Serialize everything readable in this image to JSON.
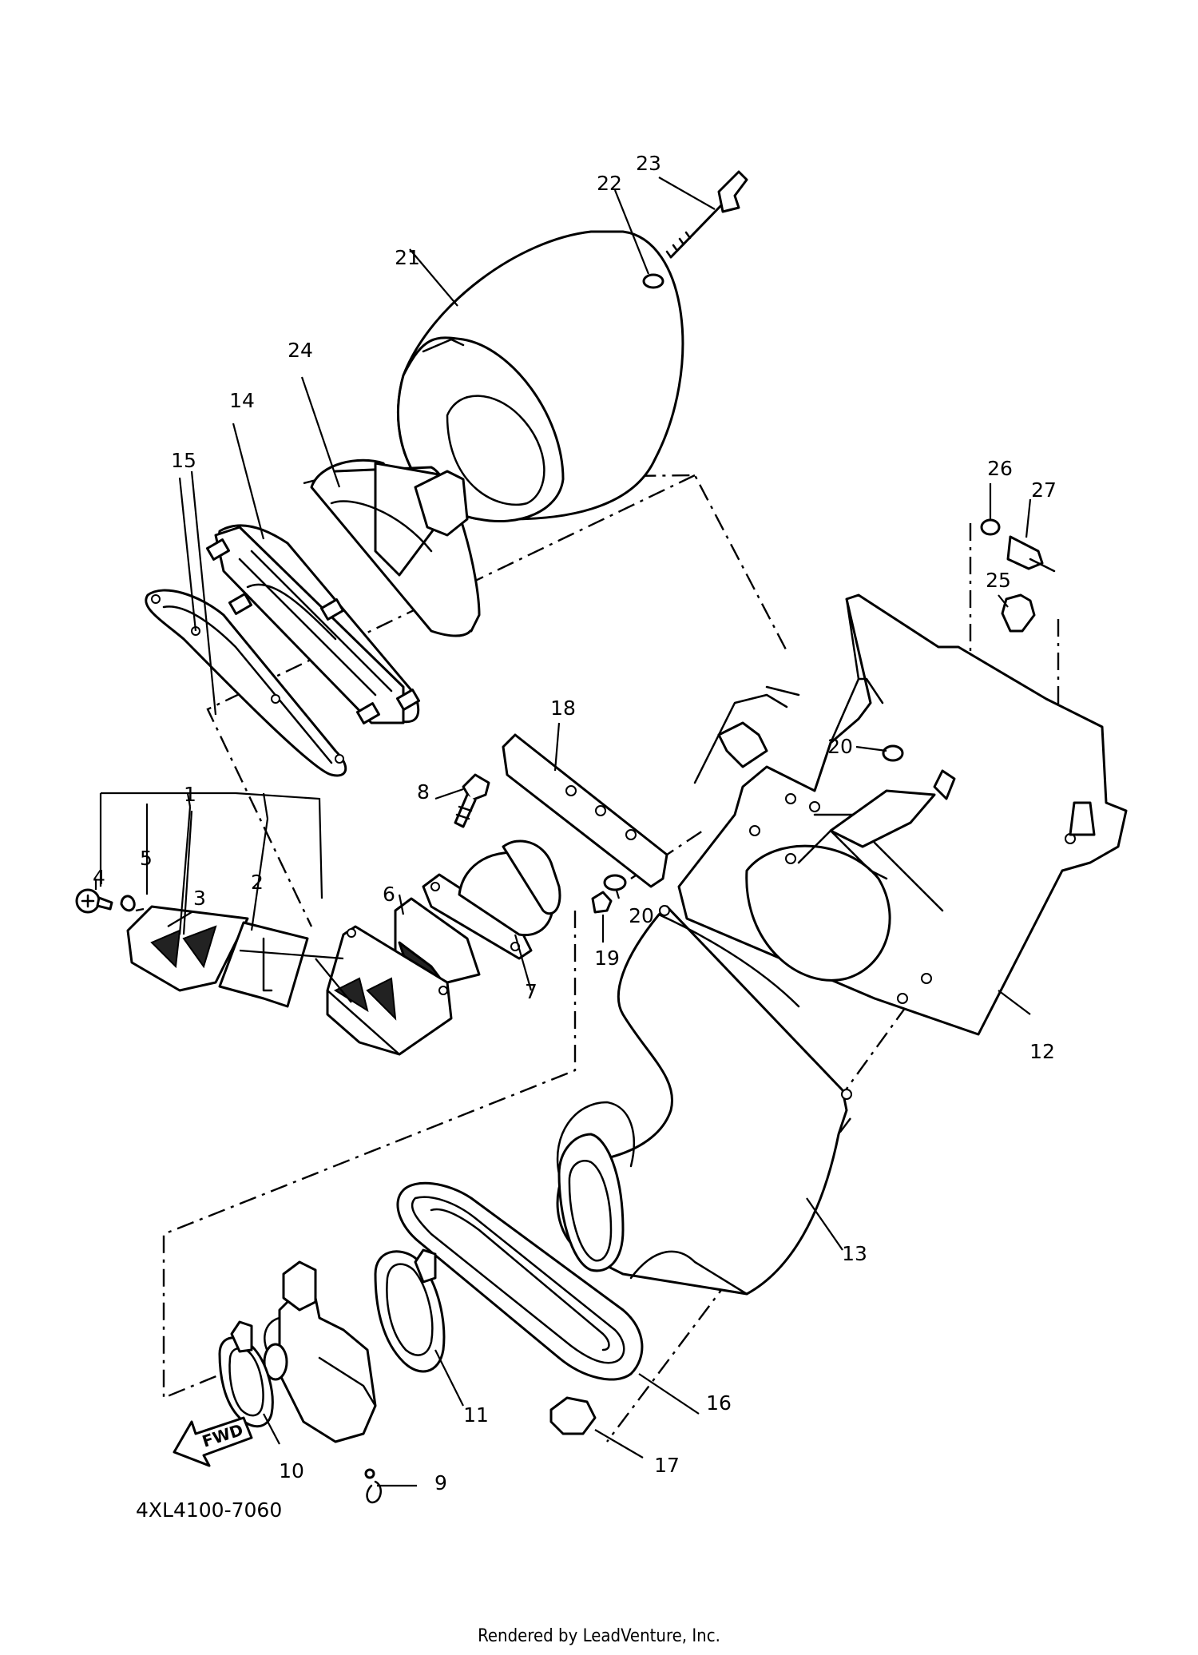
{
  "diagram_code": "4XL4100-7060",
  "footer": "Rendered by LeadVenture, Inc.",
  "fwd_label": "FWD",
  "callouts": [
    "1",
    "2",
    "3",
    "4",
    "5",
    "6",
    "7",
    "8",
    "9",
    "10",
    "11",
    "12",
    "13",
    "14",
    "15",
    "16",
    "17",
    "18",
    "19",
    "20",
    "20",
    "21",
    "22",
    "23",
    "24",
    "25",
    "26",
    "27"
  ]
}
